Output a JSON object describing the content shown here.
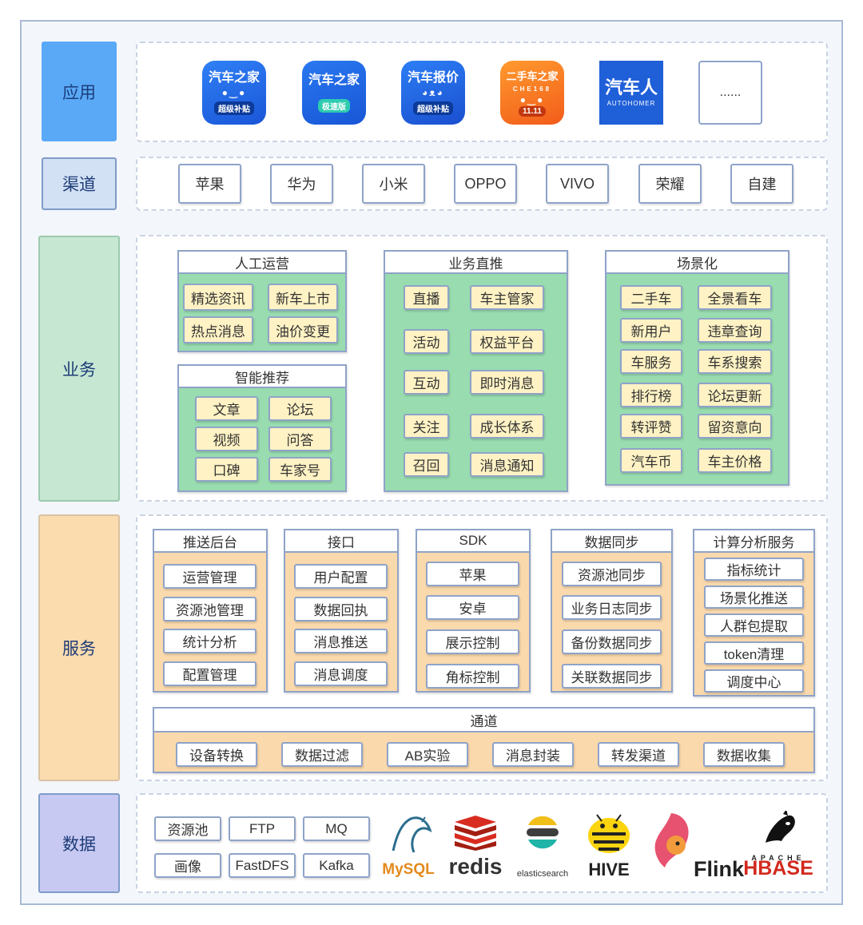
{
  "layers": {
    "app": "应用",
    "channel": "渠道",
    "business": "业务",
    "service": "服务",
    "data": "数据"
  },
  "apps": [
    {
      "name": "汽车之家",
      "badge": "超级补贴",
      "icon": "car-home-app-icon"
    },
    {
      "name": "汽车之家",
      "badge": "极速版",
      "icon": "car-home-lite-app-icon"
    },
    {
      "name": "汽车报价",
      "badge": "超级补贴",
      "icon": "car-quote-app-icon"
    },
    {
      "name": "二手车之家",
      "badge": "11.11",
      "sub": "CHE168",
      "icon": "used-car-app-icon"
    },
    {
      "name": "汽车人",
      "sub": "AUTOHOMER",
      "icon": "autohomer-app-icon"
    },
    {
      "name": "......",
      "icon": "more-apps-placeholder"
    }
  ],
  "channels": [
    "苹果",
    "华为",
    "小米",
    "OPPO",
    "VIVO",
    "荣耀",
    "自建"
  ],
  "business": {
    "manual_ops": {
      "title": "人工运营",
      "items": [
        "精选资讯",
        "新车上市",
        "热点消息",
        "油价变更"
      ]
    },
    "smart_rec": {
      "title": "智能推荐",
      "items": [
        "文章",
        "论坛",
        "视频",
        "问答",
        "口碑",
        "车家号"
      ]
    },
    "direct_push": {
      "title": "业务直推",
      "items": [
        "直播",
        "车主管家",
        "活动",
        "权益平台",
        "互动",
        "即时消息",
        "关注",
        "成长体系",
        "召回",
        "消息通知"
      ]
    },
    "scenario": {
      "title": "场景化",
      "items": [
        "二手车",
        "全景看车",
        "新用户",
        "违章查询",
        "车服务",
        "车系搜索",
        "排行榜",
        "论坛更新",
        "转评赞",
        "留资意向",
        "汽车币",
        "车主价格"
      ]
    }
  },
  "services": {
    "push_backend": {
      "title": "推送后台",
      "items": [
        "运营管理",
        "资源池管理",
        "统计分析",
        "配置管理"
      ]
    },
    "interface": {
      "title": "接口",
      "items": [
        "用户配置",
        "数据回执",
        "消息推送",
        "消息调度"
      ]
    },
    "sdk": {
      "title": "SDK",
      "items": [
        "苹果",
        "安卓",
        "展示控制",
        "角标控制"
      ]
    },
    "data_sync": {
      "title": "数据同步",
      "items": [
        "资源池同步",
        "业务日志同步",
        "备份数据同步",
        "关联数据同步"
      ]
    },
    "compute": {
      "title": "计算分析服务",
      "items": [
        "指标统计",
        "场景化推送",
        "人群包提取",
        "token清理",
        "调度中心"
      ]
    },
    "channel_pipe": {
      "title": "通道",
      "items": [
        "设备转换",
        "数据过滤",
        "AB实验",
        "消息封装",
        "转发渠道",
        "数据收集"
      ]
    }
  },
  "data_layer": {
    "stores": [
      "资源池",
      "FTP",
      "MQ",
      "画像",
      "FastDFS",
      "Kafka"
    ],
    "logos": [
      {
        "name": "MySQL",
        "icon": "mysql-logo"
      },
      {
        "name": "redis",
        "icon": "redis-logo"
      },
      {
        "name": "elasticsearch",
        "icon": "elasticsearch-logo"
      },
      {
        "name": "HIVE",
        "icon": "hive-logo"
      },
      {
        "name": "Flink",
        "icon": "flink-logo"
      },
      {
        "name": "HBASE",
        "sub": "APACHE",
        "icon": "hbase-logo"
      }
    ]
  },
  "colors": {
    "app_layer": "#5aa9f7",
    "channel_layer": "#d3e1f5",
    "business_layer": "#c6e8d3",
    "service_layer": "#fbdcae",
    "data_layer": "#c7c9f2",
    "green_group": "#98dcb0",
    "orange_group": "#fad9ad",
    "yellow_item": "#fff2c4"
  }
}
